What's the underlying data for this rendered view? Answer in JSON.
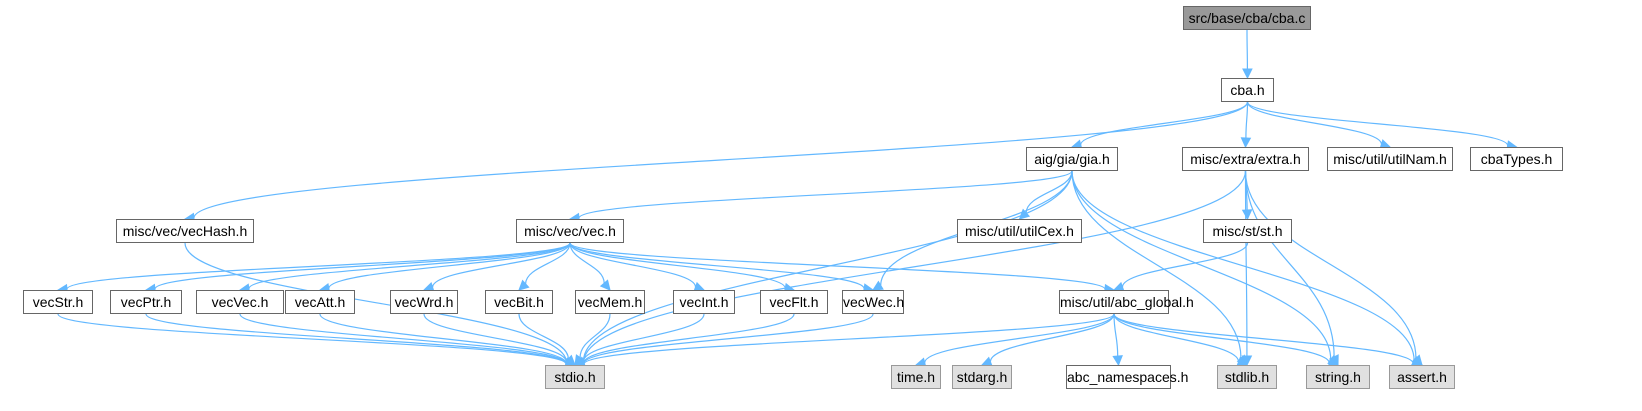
{
  "diagram": {
    "type": "include-dependency-graph",
    "edge_color": "#63b8ff",
    "nodes": [
      {
        "id": "root",
        "label": "src/base/cba/cba.c",
        "kind": "root"
      },
      {
        "id": "cba_h",
        "label": "cba.h",
        "kind": "file"
      },
      {
        "id": "gia_h",
        "label": "aig/gia/gia.h",
        "kind": "file"
      },
      {
        "id": "extra_h",
        "label": "misc/extra/extra.h",
        "kind": "file"
      },
      {
        "id": "utilNam_h",
        "label": "misc/util/utilNam.h",
        "kind": "file"
      },
      {
        "id": "cbaTypes_h",
        "label": "cbaTypes.h",
        "kind": "file"
      },
      {
        "id": "vecHash_h",
        "label": "misc/vec/vecHash.h",
        "kind": "file"
      },
      {
        "id": "vec_h",
        "label": "misc/vec/vec.h",
        "kind": "file"
      },
      {
        "id": "utilCex_h",
        "label": "misc/util/utilCex.h",
        "kind": "file"
      },
      {
        "id": "st_h",
        "label": "misc/st/st.h",
        "kind": "file"
      },
      {
        "id": "vecStr_h",
        "label": "vecStr.h",
        "kind": "file"
      },
      {
        "id": "vecPtr_h",
        "label": "vecPtr.h",
        "kind": "file"
      },
      {
        "id": "vecVec_h",
        "label": "vecVec.h",
        "kind": "file"
      },
      {
        "id": "vecAtt_h",
        "label": "vecAtt.h",
        "kind": "file"
      },
      {
        "id": "vecWrd_h",
        "label": "vecWrd.h",
        "kind": "file"
      },
      {
        "id": "vecBit_h",
        "label": "vecBit.h",
        "kind": "file"
      },
      {
        "id": "vecMem_h",
        "label": "vecMem.h",
        "kind": "file"
      },
      {
        "id": "vecInt_h",
        "label": "vecInt.h",
        "kind": "file"
      },
      {
        "id": "vecFlt_h",
        "label": "vecFlt.h",
        "kind": "file"
      },
      {
        "id": "vecWec_h",
        "label": "vecWec.h",
        "kind": "file"
      },
      {
        "id": "abc_global_h",
        "label": "misc/util/abc_global.h",
        "kind": "file"
      },
      {
        "id": "stdio_h",
        "label": "stdio.h",
        "kind": "system"
      },
      {
        "id": "time_h",
        "label": "time.h",
        "kind": "system"
      },
      {
        "id": "stdarg_h",
        "label": "stdarg.h",
        "kind": "system"
      },
      {
        "id": "abc_namespaces_h",
        "label": "abc_namespaces.h",
        "kind": "file"
      },
      {
        "id": "stdlib_h",
        "label": "stdlib.h",
        "kind": "system"
      },
      {
        "id": "string_h",
        "label": "string.h",
        "kind": "system"
      },
      {
        "id": "assert_h",
        "label": "assert.h",
        "kind": "system"
      }
    ],
    "edges": [
      [
        "root",
        "cba_h"
      ],
      [
        "cba_h",
        "vecHash_h"
      ],
      [
        "cba_h",
        "gia_h"
      ],
      [
        "cba_h",
        "extra_h"
      ],
      [
        "cba_h",
        "utilNam_h"
      ],
      [
        "cba_h",
        "cbaTypes_h"
      ],
      [
        "gia_h",
        "vec_h"
      ],
      [
        "gia_h",
        "utilCex_h"
      ],
      [
        "gia_h",
        "vecWec_h"
      ],
      [
        "gia_h",
        "stdio_h"
      ],
      [
        "gia_h",
        "stdlib_h"
      ],
      [
        "gia_h",
        "string_h"
      ],
      [
        "gia_h",
        "assert_h"
      ],
      [
        "extra_h",
        "st_h"
      ],
      [
        "extra_h",
        "stdio_h"
      ],
      [
        "extra_h",
        "stdlib_h"
      ],
      [
        "extra_h",
        "string_h"
      ],
      [
        "extra_h",
        "assert_h"
      ],
      [
        "vecHash_h",
        "stdio_h"
      ],
      [
        "vec_h",
        "vecStr_h"
      ],
      [
        "vec_h",
        "vecPtr_h"
      ],
      [
        "vec_h",
        "vecVec_h"
      ],
      [
        "vec_h",
        "vecAtt_h"
      ],
      [
        "vec_h",
        "vecWrd_h"
      ],
      [
        "vec_h",
        "vecBit_h"
      ],
      [
        "vec_h",
        "vecMem_h"
      ],
      [
        "vec_h",
        "vecInt_h"
      ],
      [
        "vec_h",
        "vecFlt_h"
      ],
      [
        "vec_h",
        "vecWec_h"
      ],
      [
        "vec_h",
        "abc_global_h"
      ],
      [
        "st_h",
        "abc_global_h"
      ],
      [
        "vecStr_h",
        "stdio_h"
      ],
      [
        "vecPtr_h",
        "stdio_h"
      ],
      [
        "vecVec_h",
        "stdio_h"
      ],
      [
        "vecAtt_h",
        "stdio_h"
      ],
      [
        "vecWrd_h",
        "stdio_h"
      ],
      [
        "vecBit_h",
        "stdio_h"
      ],
      [
        "vecMem_h",
        "stdio_h"
      ],
      [
        "vecInt_h",
        "stdio_h"
      ],
      [
        "vecFlt_h",
        "stdio_h"
      ],
      [
        "vecWec_h",
        "stdio_h"
      ],
      [
        "abc_global_h",
        "stdio_h"
      ],
      [
        "abc_global_h",
        "time_h"
      ],
      [
        "abc_global_h",
        "stdarg_h"
      ],
      [
        "abc_global_h",
        "abc_namespaces_h"
      ],
      [
        "abc_global_h",
        "stdlib_h"
      ],
      [
        "abc_global_h",
        "string_h"
      ],
      [
        "abc_global_h",
        "assert_h"
      ]
    ]
  }
}
